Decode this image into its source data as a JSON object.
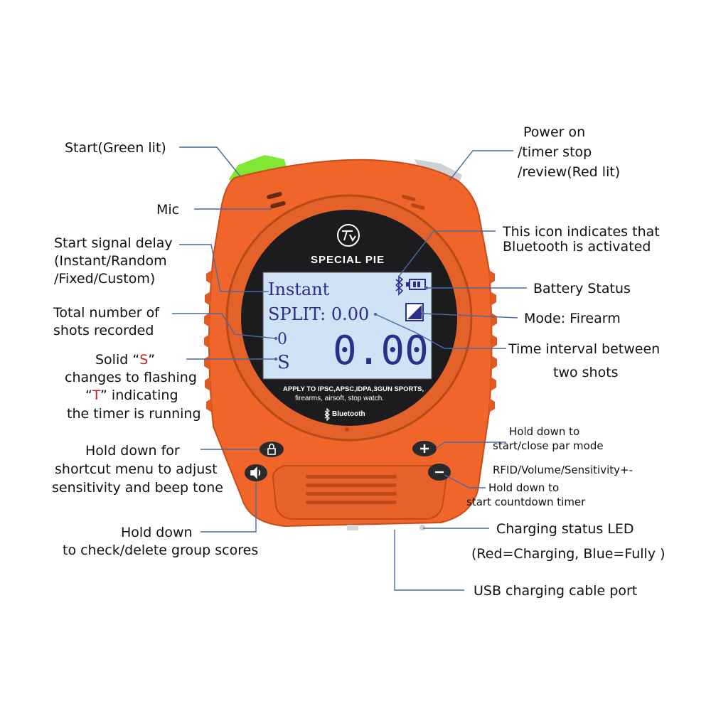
{
  "device": {
    "brand": "SPECIAL PIE",
    "tagline_1": "APPLY TO IPSC,APSC,IDPA,3GUN SPORTS,",
    "tagline_2": "firearms, airsoft, stop watch.",
    "bluetooth_badge": "Bluetooth",
    "body_color": "#f0652a",
    "start_button_color": "#7ee832",
    "lcd_color": "#cfe2f6",
    "lcd_text_color": "#2b2f8a"
  },
  "lcd": {
    "delay_mode": "Instant",
    "split_label": "SPLIT: 0.00",
    "shot_count": "0",
    "state_letter": "S",
    "main_time": "0.00"
  },
  "labels": {
    "start": "Start(Green lit)",
    "power_1": "Power on",
    "power_2": "/timer stop",
    "power_3": "/review(Red lit)",
    "mic": "Mic",
    "delay_1": "Start signal delay",
    "delay_2": "(Instant/Random",
    "delay_3": "/Fixed/Custom)",
    "bt_1": "This icon indicates that",
    "bt_2": "Bluetooth is activated",
    "battery": "Battery Status",
    "mode": "Mode: Firearm",
    "shots_1": "Total number of",
    "shots_2": "shots recorded",
    "interval_1": "Time interval between",
    "interval_2": "two shots",
    "solid_pre": "Solid  “",
    "solid_s": "S",
    "solid_post": "”",
    "solid_2": "changes to flashing",
    "flash_pre": "“",
    "flash_t": "T",
    "flash_post": "”  indicating",
    "solid_4": "the timer is running",
    "shortcut_1": "Hold down for",
    "shortcut_2": "shortcut menu to adjust",
    "shortcut_3": "sensitivity and beep tone",
    "par_1": "Hold down to",
    "par_2": "start/close par mode",
    "rfid": "RFID/Volume/Sensitivity+-",
    "countdown_1": "Hold down to",
    "countdown_2": "start countdown timer",
    "group_1": "Hold down",
    "group_2": "to check/delete group scores",
    "charging_1": "Charging status LED",
    "charging_2": "(Red=Charging, Blue=Fully )",
    "usb": "USB charging cable port"
  }
}
